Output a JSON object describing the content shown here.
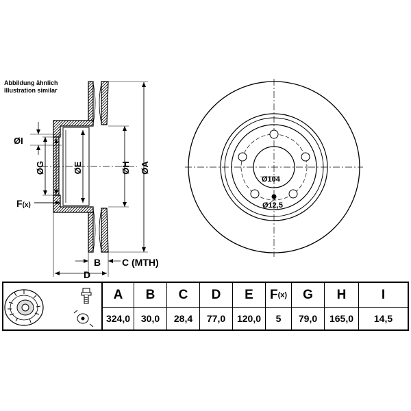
{
  "notes": {
    "line1": "Abbildung ähnlich",
    "line2": "Illustration similar"
  },
  "side_labels": {
    "I": "ØI",
    "G": "ØG",
    "E": "ØE",
    "H": "ØH",
    "A": "ØA",
    "F": "F",
    "F_sup": "(x)",
    "B": "B",
    "C": "C (MTH)",
    "D": "D"
  },
  "front_labels": {
    "pcd": "Ø104",
    "hole": "Ø12,5"
  },
  "specs": {
    "headers": [
      "A",
      "B",
      "C",
      "D",
      "E",
      "F",
      "G",
      "H",
      "I"
    ],
    "header_sup_F": "(x)",
    "values": [
      "324,0",
      "30,0",
      "28,4",
      "77,0",
      "120,0",
      "5",
      "79,0",
      "165,0",
      "14,5"
    ]
  }
}
